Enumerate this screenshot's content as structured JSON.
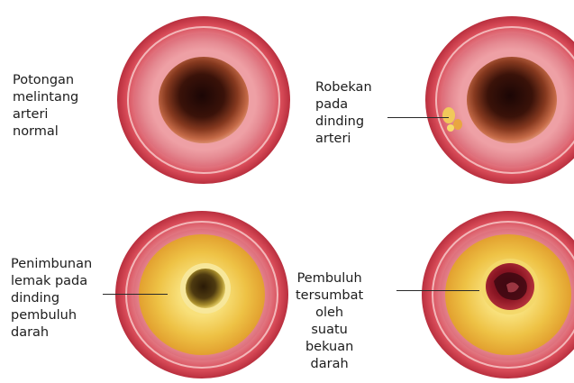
{
  "panels": [
    {
      "label": "Potongan\nmelintang\narteri normal",
      "state": "normal"
    },
    {
      "label": "Robekan\npada\ndinding\narteri",
      "state": "tear"
    },
    {
      "label": "Penimbunan\nlemak pada\ndinding\npembuluh\ndarah",
      "state": "fat-buildup"
    },
    {
      "label": "Pembuluh\ntersumbat\noleh suatu\nbekuan darah",
      "state": "clot"
    }
  ],
  "colors": {
    "outer_wall": "#d64551",
    "outer_ring_line": "#f3b7b9",
    "inner_wall": "#e6848d",
    "intima": "#f0a3a7",
    "lumen_dark": "#250b09",
    "lumen_mid": "#8a3a26",
    "lumen_edge": "#c0684a",
    "plaque_yellow": "#e9b236",
    "plaque_light": "#f6dc6a",
    "clot_red": "#8e1a26",
    "clot_dark": "#3a0710",
    "tear_spot": "#f1c95a"
  }
}
